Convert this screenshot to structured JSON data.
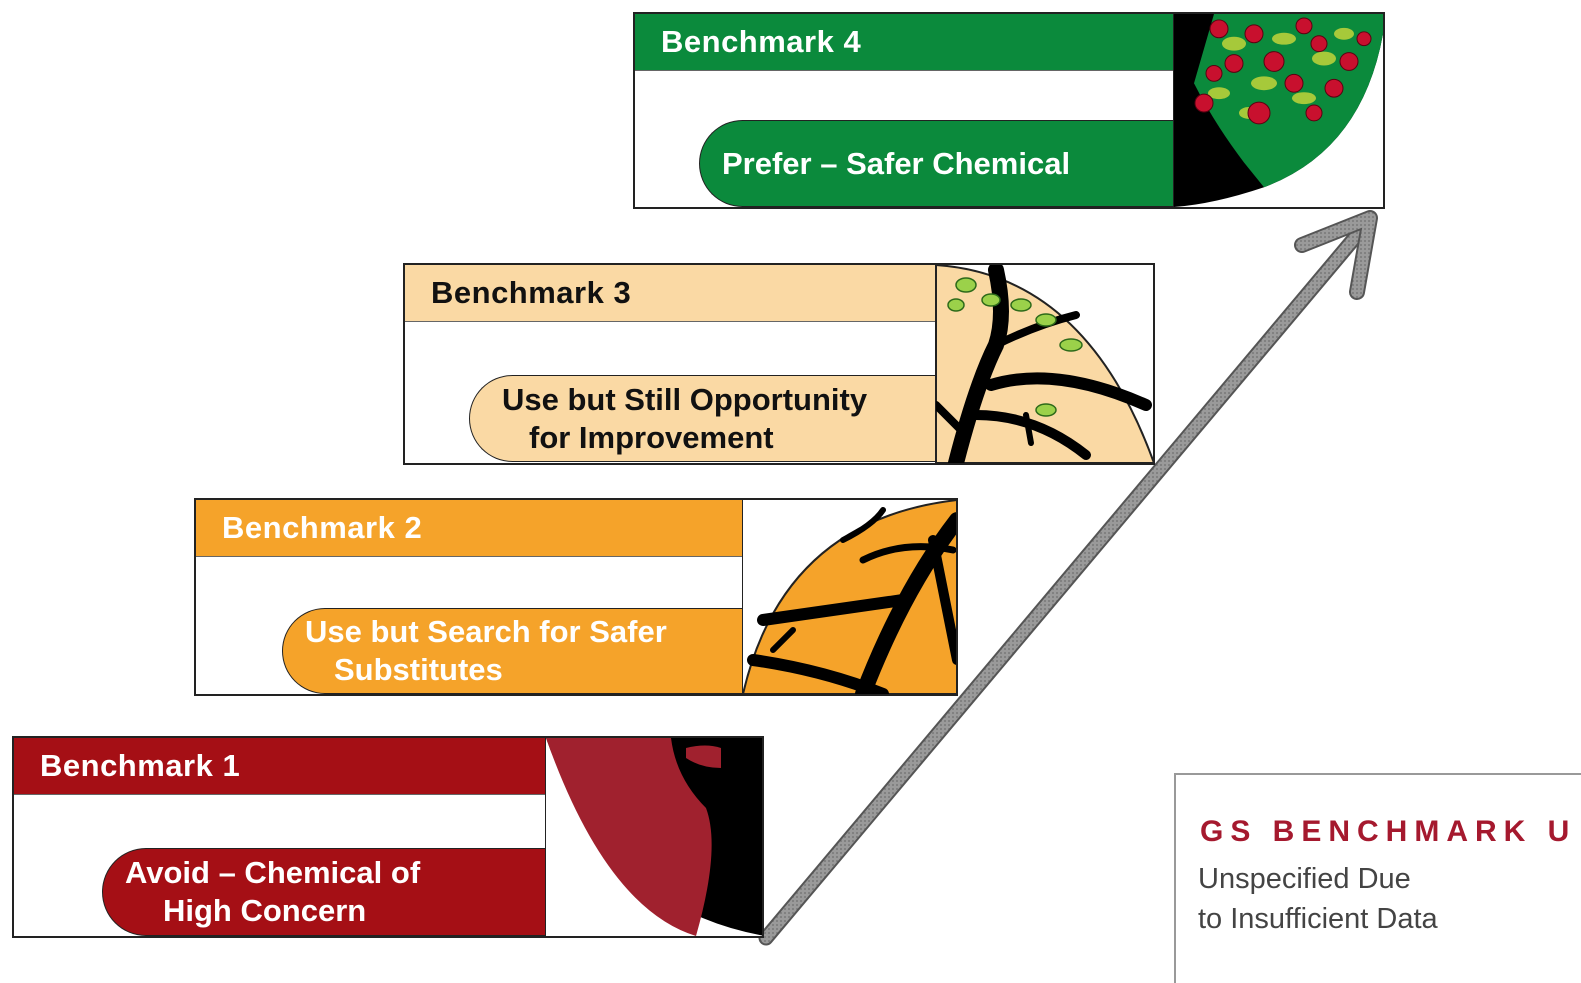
{
  "benchmarks": [
    {
      "title": "Benchmark 1",
      "action_line1": "Avoid – Chemical of",
      "action_line2": "High Concern",
      "head_color": "#a50f15",
      "pill_color": "#a50f15",
      "text_color": "#ffffff",
      "art": "tree-trunk-icon"
    },
    {
      "title": "Benchmark 2",
      "action_line1": "Use but Search for Safer",
      "action_line2": "Substitutes",
      "head_color": "#f5a32a",
      "pill_color": "#f5a32a",
      "text_color": "#ffffff",
      "art": "bare-branches-icon"
    },
    {
      "title": "Benchmark 3",
      "action_line1": "Use but Still Opportunity",
      "action_line2": "for Improvement",
      "head_color": "#fad9a4",
      "pill_color": "#fad9a4",
      "text_color": "#111111",
      "art": "budding-branches-icon"
    },
    {
      "title": "Benchmark 4",
      "action_line1": "Prefer – Safer Chemical",
      "action_line2": "",
      "head_color": "#0b8a3c",
      "pill_color": "#0b8a3c",
      "text_color": "#ffffff",
      "art": "apple-tree-icon"
    }
  ],
  "legend": {
    "title": "GS BENCHMARK U",
    "line1": "Unspecified Due",
    "line2": "to Insufficient Data",
    "title_color": "#a5192e"
  },
  "arrow_icon": "progress-arrow-icon"
}
